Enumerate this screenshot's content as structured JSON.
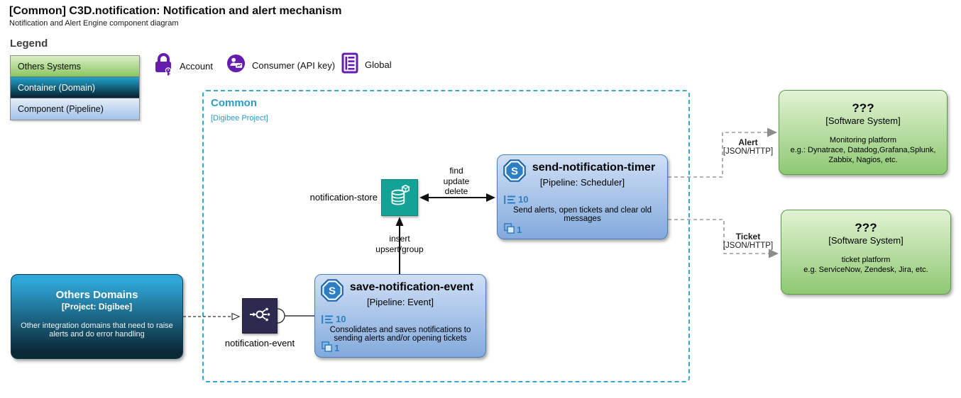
{
  "page": {
    "title": "[Common] C3D.notification: Notification and alert mechanism",
    "subtitle": "Notification and Alert Engine component diagram"
  },
  "legend": {
    "heading": "Legend",
    "rows": {
      "others_systems": "Others Systems",
      "container_domain": "Container (Domain)",
      "component_pipeline": "Component (Pipeline)"
    },
    "icons": {
      "account": "Account",
      "consumer": "Consumer (API key)",
      "global": "Global"
    }
  },
  "common_container": {
    "title": "Common",
    "subtitle": "[Digibee Project]"
  },
  "icons": {
    "pipeline_badge_letter": "S"
  },
  "nodes": {
    "others_domains": {
      "title": "Others Domains",
      "subtitle": "[Project: Digibee]",
      "description": "Other integration domains that need to raise alerts and do error handling"
    },
    "notification_event_label": "notification-event",
    "notification_store_label": "notification-store",
    "save_notification_event": {
      "title": "save-notification-event",
      "subtitle": "[Pipeline: Event]",
      "queue_count": "10",
      "instances": "1",
      "description": "Consolidates and saves notifications to sending alerts and/or opening tickets"
    },
    "send_notification_timer": {
      "title": "send-notification-timer",
      "subtitle": "[Pipeline: Scheduler]",
      "queue_count": "10",
      "instances": "1",
      "description": "Send alerts, open tickets and clear old messages"
    },
    "monitoring_platform": {
      "title": "???",
      "subtitle": "[Software System]",
      "description": "Monitoring platform\ne.g.: Dynatrace, Datadog,Grafana,Splunk,\nZabbix, Nagios, etc."
    },
    "ticket_platform": {
      "title": "???",
      "subtitle": "[Software System]",
      "description": "ticket platform\ne.g. ServiceNow, Zendesk, Jira, etc."
    }
  },
  "edges": {
    "store_operations": "find\nupdate\ndelete",
    "save_operations": "insert\nupsert/group",
    "alert": {
      "name": "Alert",
      "tech": "[JSON/HTTP]"
    },
    "ticket": {
      "name": "Ticket",
      "tech": "[JSON/HTTP]"
    }
  },
  "colors": {
    "common_accent": "#2d9cc5",
    "store_teal": "#12a396",
    "event_navy": "#2c2a4e",
    "component_blue": "#2d7fc3",
    "icon_purple": "#671cb0",
    "external_green": "#8ec872",
    "domain_gradient_top": "#2fa7d8",
    "domain_gradient_bottom": "#0b2836"
  }
}
